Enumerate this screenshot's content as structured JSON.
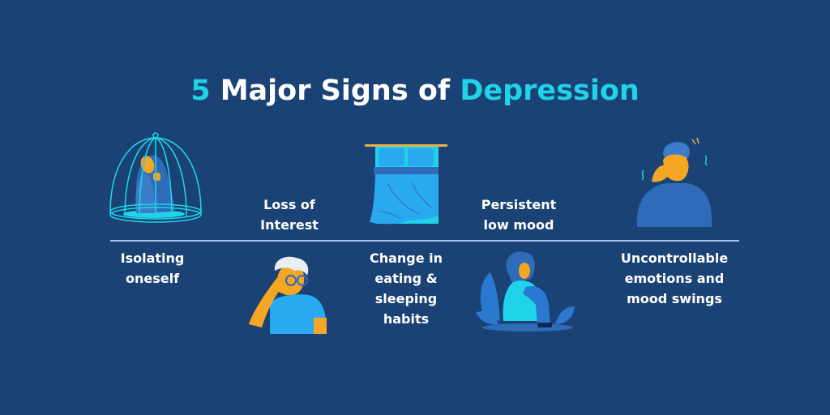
{
  "title": {
    "number": "5",
    "middle": " Major Signs of ",
    "highlight": "Depression"
  },
  "colors": {
    "background": "#1a4275",
    "accent": "#1fd3e8",
    "text": "#ffffff",
    "divider": "#a9c4ea",
    "skin": "#f5a623",
    "blue_mid": "#2f6bb8",
    "blue_light": "#29a9f0",
    "cyan": "#1fd3e8"
  },
  "signs": [
    {
      "label": "Isolating oneself",
      "lines": [
        "Isolating",
        "oneself"
      ],
      "icon": "caged-person-icon",
      "position": "below-line"
    },
    {
      "label": "Loss of Interest",
      "lines": [
        "Loss of",
        "Interest"
      ],
      "icon": "frustrated-elderly-man-icon",
      "position": "above-line"
    },
    {
      "label": "Change in eating & sleeping habits",
      "lines": [
        "Change in",
        "eating &",
        "sleeping",
        "habits"
      ],
      "icon": "unmade-bed-icon",
      "position": "below-line"
    },
    {
      "label": "Persistent low mood",
      "lines": [
        "Persistent",
        "low mood"
      ],
      "icon": "sitting-sad-woman-icon",
      "position": "above-line"
    },
    {
      "label": "Uncontrollable emotions and mood swings",
      "lines": [
        "Uncontrollable",
        "emotions and",
        "mood swings"
      ],
      "icon": "distressed-person-icon",
      "position": "below-line"
    }
  ]
}
